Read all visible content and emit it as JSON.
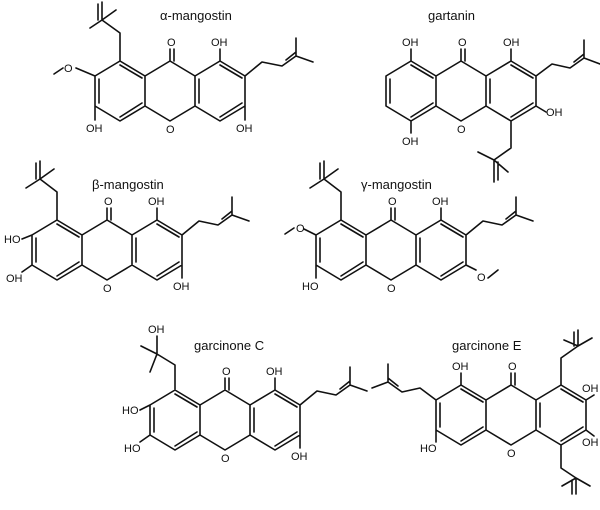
{
  "molecules": [
    {
      "name": "α-mangostin",
      "labels": {
        "o1": "OH",
        "o3": "OH",
        "o6": "OH",
        "o7": "O",
        "o9": "O",
        "ring_o": "O"
      }
    },
    {
      "name": "gartanin",
      "labels": {
        "o1": "OH",
        "o3": "OH",
        "o5": "OH",
        "o8": "OH",
        "o9": "O",
        "ring_o": "O"
      }
    },
    {
      "name": "β-mangostin",
      "labels": {
        "o1": "OH",
        "o3": "OH",
        "o6": "OH",
        "o7": "HO",
        "o9": "O",
        "ring_o": "O"
      }
    },
    {
      "name": "γ-mangostin",
      "labels": {
        "o1": "OH",
        "o3": "O",
        "o6": "HO",
        "o7": "O",
        "o9": "O",
        "ring_o": "O"
      }
    },
    {
      "name": "garcinone C",
      "labels": {
        "o1": "OH",
        "o3": "OH",
        "o6": "HO",
        "o7": "HO",
        "oh_tert": "OH",
        "o9": "O",
        "ring_o": "O"
      }
    },
    {
      "name": "garcinone E",
      "labels": {
        "o1": "OH",
        "o3": "HO",
        "o6": "OH",
        "o7": "OH",
        "o9": "O",
        "ring_o": "O"
      }
    }
  ]
}
